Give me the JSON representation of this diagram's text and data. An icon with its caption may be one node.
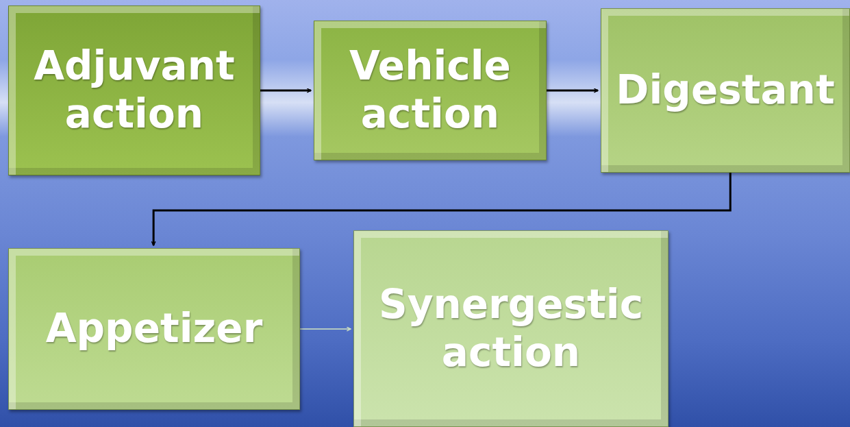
{
  "diagram": {
    "nodes": [
      {
        "text": [
          "Adjuvant action"
        ]
      },
      {
        "text": [
          "Vehicle action"
        ]
      },
      {
        "text": [
          "Digestant"
        ]
      },
      {
        "text": [
          "Appetizer"
        ]
      },
      {
        "text": [
          "Synergestic action"
        ]
      }
    ],
    "edges": [
      {
        "from": 0,
        "to": 1,
        "arrow": "to"
      },
      {
        "from": 1,
        "to": 2,
        "arrow": "to"
      },
      {
        "from": 2,
        "to": 3,
        "arrow": "to"
      },
      {
        "from": 3,
        "to": 4,
        "arrow": "to",
        "color": "#d4e6c0"
      }
    ]
  }
}
